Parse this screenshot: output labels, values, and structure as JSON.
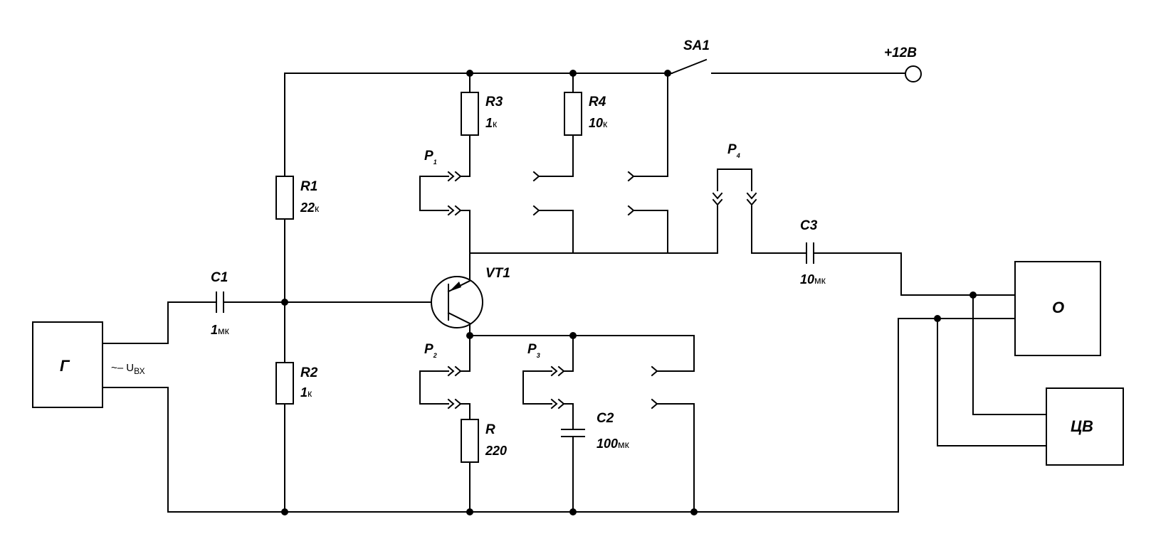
{
  "power": {
    "switch_label": "SA1",
    "supply_label": "+12В"
  },
  "resistors": {
    "r1": {
      "name": "R1",
      "value": "22",
      "unit": "к"
    },
    "r2": {
      "name": "R2",
      "value": "1",
      "unit": "к"
    },
    "r3": {
      "name": "R3",
      "value": "1",
      "unit": "к"
    },
    "r4": {
      "name": "R4",
      "value": "10",
      "unit": "к"
    },
    "r": {
      "name": "R",
      "value": "220"
    }
  },
  "capacitors": {
    "c1": {
      "name": "C1",
      "value": "1",
      "unit": "мк"
    },
    "c2": {
      "name": "C2",
      "value": "100",
      "unit": "мк"
    },
    "c3": {
      "name": "C3",
      "value": "10",
      "unit": "мк"
    }
  },
  "transistor": {
    "name": "VT1"
  },
  "connectors": {
    "p1": {
      "letter": "P",
      "index": "1"
    },
    "p2": {
      "letter": "P",
      "index": "2"
    },
    "p3": {
      "letter": "P",
      "index": "3"
    },
    "p4": {
      "letter": "P",
      "index": "4"
    }
  },
  "instruments": {
    "generator": "Г",
    "generator_output_prefix": "~– U",
    "generator_output_subscript": "ВХ",
    "oscilloscope": "О",
    "voltmeter": "ЦВ"
  }
}
